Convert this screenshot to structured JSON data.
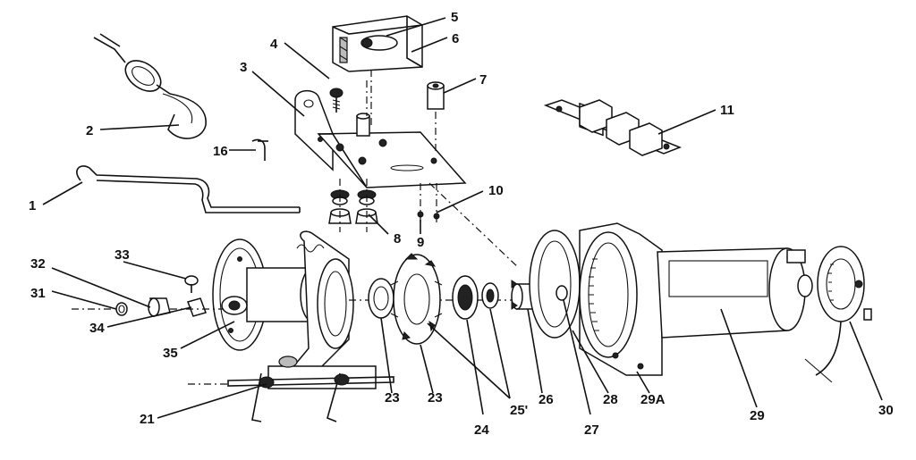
{
  "labels": [
    {
      "id": "1",
      "text": "1"
    },
    {
      "id": "2",
      "text": "2"
    },
    {
      "id": "3",
      "text": "3"
    },
    {
      "id": "4",
      "text": "4"
    },
    {
      "id": "5",
      "text": "5"
    },
    {
      "id": "6",
      "text": "6"
    },
    {
      "id": "7",
      "text": "7"
    },
    {
      "id": "8",
      "text": "8"
    },
    {
      "id": "9",
      "text": "9"
    },
    {
      "id": "10",
      "text": "10"
    },
    {
      "id": "11",
      "text": "11"
    },
    {
      "id": "16",
      "text": "16"
    },
    {
      "id": "21",
      "text": "21"
    },
    {
      "id": "23a",
      "text": "23"
    },
    {
      "id": "23b",
      "text": "23"
    },
    {
      "id": "24",
      "text": "24"
    },
    {
      "id": "25",
      "text": "25'"
    },
    {
      "id": "26",
      "text": "26"
    },
    {
      "id": "27",
      "text": "27"
    },
    {
      "id": "28",
      "text": "28"
    },
    {
      "id": "29",
      "text": "29"
    },
    {
      "id": "29A",
      "text": "29A"
    },
    {
      "id": "30",
      "text": "30"
    },
    {
      "id": "31",
      "text": "31"
    },
    {
      "id": "32",
      "text": "32"
    },
    {
      "id": "33",
      "text": "33"
    },
    {
      "id": "34",
      "text": "34"
    },
    {
      "id": "35",
      "text": "35"
    }
  ]
}
